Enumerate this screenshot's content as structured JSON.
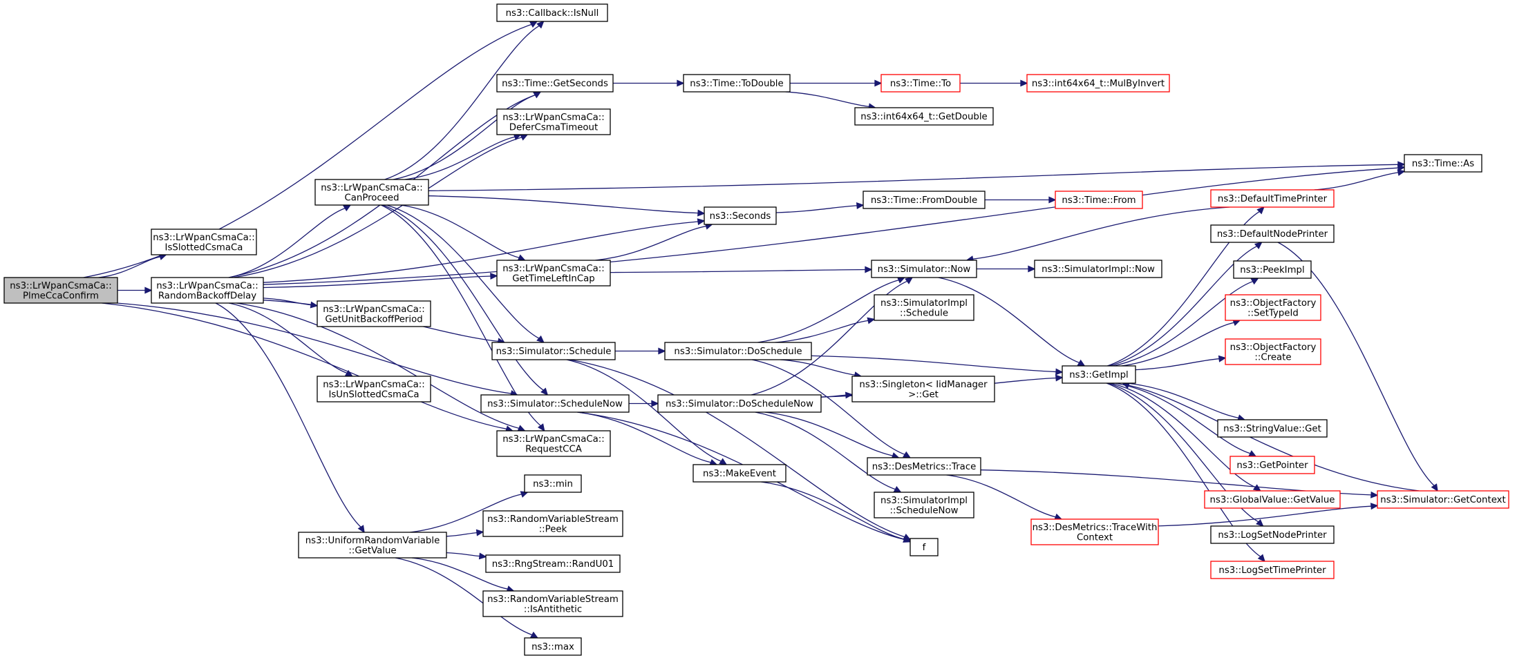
{
  "colors": {
    "edge": "#191970",
    "border": "#000000",
    "external_border": "#ff0000",
    "root_fill": "#bfbfbf"
  },
  "nodes": {
    "plme_cca_confirm": {
      "lines": [
        "ns3::LrWpanCsmaCa::",
        "PlmeCcaConfirm"
      ],
      "style": "root"
    },
    "is_slotted_csmaca": {
      "lines": [
        "ns3::LrWpanCsmaCa::",
        "IsSlottedCsmaCa"
      ],
      "style": "normal"
    },
    "random_backoff_delay": {
      "lines": [
        "ns3::LrWpanCsmaCa::",
        "RandomBackoffDelay"
      ],
      "style": "normal"
    },
    "callback_isnull": {
      "lines": [
        "ns3::Callback::IsNull"
      ],
      "style": "normal"
    },
    "time_getseconds": {
      "lines": [
        "ns3::Time::GetSeconds"
      ],
      "style": "normal"
    },
    "defer_csma_timeout": {
      "lines": [
        "ns3::LrWpanCsmaCa::",
        "DeferCsmaTimeout"
      ],
      "style": "normal"
    },
    "can_proceed": {
      "lines": [
        "ns3::LrWpanCsmaCa::",
        "CanProceed"
      ],
      "style": "normal"
    },
    "seconds": {
      "lines": [
        "ns3::Seconds"
      ],
      "style": "normal"
    },
    "get_time_left_in_cap": {
      "lines": [
        "ns3::LrWpanCsmaCa::",
        "GetTimeLeftInCap"
      ],
      "style": "normal"
    },
    "get_unit_backoff_period": {
      "lines": [
        "ns3::LrWpanCsmaCa::",
        "GetUnitBackoffPeriod"
      ],
      "style": "normal"
    },
    "simulator_schedule": {
      "lines": [
        "ns3::Simulator::Schedule"
      ],
      "style": "normal"
    },
    "is_unslotted_csmaca": {
      "lines": [
        "ns3::LrWpanCsmaCa::",
        "IsUnSlottedCsmaCa"
      ],
      "style": "normal"
    },
    "simulator_schedulenow": {
      "lines": [
        "ns3::Simulator::ScheduleNow"
      ],
      "style": "normal"
    },
    "request_cca": {
      "lines": [
        "ns3::LrWpanCsmaCa::",
        "RequestCCA"
      ],
      "style": "normal"
    },
    "uniform_getvalue": {
      "lines": [
        "ns3::UniformRandomVariable",
        "::GetValue"
      ],
      "style": "normal"
    },
    "ns3_min": {
      "lines": [
        "ns3::min"
      ],
      "style": "normal"
    },
    "rvs_peek": {
      "lines": [
        "ns3::RandomVariableStream",
        "::Peek"
      ],
      "style": "normal"
    },
    "rng_randu01": {
      "lines": [
        "ns3::RngStream::RandU01"
      ],
      "style": "normal"
    },
    "rvs_isantithetic": {
      "lines": [
        "ns3::RandomVariableStream",
        "::IsAntithetic"
      ],
      "style": "normal"
    },
    "ns3_max": {
      "lines": [
        "ns3::max"
      ],
      "style": "normal"
    },
    "time_todouble": {
      "lines": [
        "ns3::Time::ToDouble"
      ],
      "style": "normal"
    },
    "time_to": {
      "lines": [
        "ns3::Time::To"
      ],
      "style": "external"
    },
    "int64_mulbyinvert": {
      "lines": [
        "ns3::int64x64_t::MulByInvert"
      ],
      "style": "external"
    },
    "int64_getdouble": {
      "lines": [
        "ns3::int64x64_t::GetDouble"
      ],
      "style": "normal"
    },
    "time_fromdouble": {
      "lines": [
        "ns3::Time::FromDouble"
      ],
      "style": "normal"
    },
    "time_from": {
      "lines": [
        "ns3::Time::From"
      ],
      "style": "external"
    },
    "simulator_now": {
      "lines": [
        "ns3::Simulator::Now"
      ],
      "style": "normal"
    },
    "simimpl_now": {
      "lines": [
        "ns3::SimulatorImpl::Now"
      ],
      "style": "normal"
    },
    "simimpl_schedule": {
      "lines": [
        "ns3::SimulatorImpl",
        "::Schedule"
      ],
      "style": "normal"
    },
    "simulator_doschedule": {
      "lines": [
        "ns3::Simulator::DoSchedule"
      ],
      "style": "normal"
    },
    "simulator_doschedulenow": {
      "lines": [
        "ns3::Simulator::DoScheduleNow"
      ],
      "style": "normal"
    },
    "singleton_get": {
      "lines": [
        "ns3::Singleton< IidManager",
        " >::Get"
      ],
      "style": "normal"
    },
    "make_event": {
      "lines": [
        "ns3::MakeEvent"
      ],
      "style": "normal"
    },
    "desmetrics_trace": {
      "lines": [
        "ns3::DesMetrics::Trace"
      ],
      "style": "normal"
    },
    "simimpl_schedulenow": {
      "lines": [
        "ns3::SimulatorImpl",
        "::ScheduleNow"
      ],
      "style": "normal"
    },
    "f": {
      "lines": [
        "f"
      ],
      "style": "normal"
    },
    "desmetrics_tracewithcontext": {
      "lines": [
        "ns3::DesMetrics::TraceWith",
        "Context"
      ],
      "style": "external"
    },
    "get_impl": {
      "lines": [
        "ns3::GetImpl"
      ],
      "style": "normal"
    },
    "time_as": {
      "lines": [
        "ns3::Time::As"
      ],
      "style": "normal"
    },
    "default_time_printer": {
      "lines": [
        "ns3::DefaultTimePrinter"
      ],
      "style": "external"
    },
    "default_node_printer": {
      "lines": [
        "ns3::DefaultNodePrinter"
      ],
      "style": "normal"
    },
    "peek_impl": {
      "lines": [
        "ns3::PeekImpl"
      ],
      "style": "normal"
    },
    "objfactory_settypeid": {
      "lines": [
        "ns3::ObjectFactory",
        "::SetTypeId"
      ],
      "style": "external"
    },
    "objfactory_create": {
      "lines": [
        "ns3::ObjectFactory",
        "::Create"
      ],
      "style": "external"
    },
    "stringvalue_get": {
      "lines": [
        "ns3::StringValue::Get"
      ],
      "style": "normal"
    },
    "get_pointer": {
      "lines": [
        "ns3::GetPointer"
      ],
      "style": "external"
    },
    "globalvalue_getvalue": {
      "lines": [
        "ns3::GlobalValue::GetValue"
      ],
      "style": "external"
    },
    "log_set_node_printer": {
      "lines": [
        "ns3::LogSetNodePrinter"
      ],
      "style": "normal"
    },
    "log_set_time_printer": {
      "lines": [
        "ns3::LogSetTimePrinter"
      ],
      "style": "external"
    },
    "simulator_getcontext": {
      "lines": [
        "ns3::Simulator::GetContext"
      ],
      "style": "external"
    }
  },
  "edges": [
    [
      "plme_cca_confirm",
      "callback_isnull"
    ],
    [
      "plme_cca_confirm",
      "is_slotted_csmaca"
    ],
    [
      "plme_cca_confirm",
      "random_backoff_delay"
    ],
    [
      "plme_cca_confirm",
      "simulator_schedulenow"
    ],
    [
      "plme_cca_confirm",
      "request_cca"
    ],
    [
      "random_backoff_delay",
      "time_as"
    ],
    [
      "random_backoff_delay",
      "time_getseconds"
    ],
    [
      "random_backoff_delay",
      "defer_csma_timeout"
    ],
    [
      "random_backoff_delay",
      "can_proceed"
    ],
    [
      "random_backoff_delay",
      "seconds"
    ],
    [
      "random_backoff_delay",
      "get_time_left_in_cap"
    ],
    [
      "random_backoff_delay",
      "get_unit_backoff_period"
    ],
    [
      "random_backoff_delay",
      "simulator_schedule"
    ],
    [
      "random_backoff_delay",
      "is_unslotted_csmaca"
    ],
    [
      "random_backoff_delay",
      "request_cca"
    ],
    [
      "random_backoff_delay",
      "uniform_getvalue"
    ],
    [
      "can_proceed",
      "callback_isnull"
    ],
    [
      "can_proceed",
      "time_getseconds"
    ],
    [
      "can_proceed",
      "defer_csma_timeout"
    ],
    [
      "can_proceed",
      "time_as"
    ],
    [
      "can_proceed",
      "seconds"
    ],
    [
      "can_proceed",
      "get_time_left_in_cap"
    ],
    [
      "can_proceed",
      "simulator_schedule"
    ],
    [
      "can_proceed",
      "simulator_schedulenow"
    ],
    [
      "can_proceed",
      "request_cca"
    ],
    [
      "time_getseconds",
      "time_todouble"
    ],
    [
      "time_todouble",
      "time_to"
    ],
    [
      "time_todouble",
      "int64_getdouble"
    ],
    [
      "time_to",
      "int64_mulbyinvert"
    ],
    [
      "seconds",
      "time_fromdouble"
    ],
    [
      "time_fromdouble",
      "time_from"
    ],
    [
      "get_time_left_in_cap",
      "seconds"
    ],
    [
      "get_time_left_in_cap",
      "simulator_now"
    ],
    [
      "simulator_now",
      "simimpl_now"
    ],
    [
      "simulator_now",
      "get_impl"
    ],
    [
      "simulator_schedule",
      "simulator_doschedule"
    ],
    [
      "simulator_schedule",
      "make_event"
    ],
    [
      "simulator_schedule",
      "f"
    ],
    [
      "simulator_doschedule",
      "simulator_now"
    ],
    [
      "simulator_doschedule",
      "simimpl_schedule"
    ],
    [
      "simulator_doschedule",
      "get_impl"
    ],
    [
      "simulator_doschedule",
      "singleton_get"
    ],
    [
      "simulator_doschedule",
      "desmetrics_trace"
    ],
    [
      "simulator_schedulenow",
      "simulator_doschedulenow"
    ],
    [
      "simulator_schedulenow",
      "make_event"
    ],
    [
      "simulator_schedulenow",
      "f"
    ],
    [
      "simulator_doschedulenow",
      "simulator_now"
    ],
    [
      "simulator_doschedulenow",
      "singleton_get"
    ],
    [
      "simulator_doschedulenow",
      "get_impl"
    ],
    [
      "simulator_doschedulenow",
      "desmetrics_trace"
    ],
    [
      "simulator_doschedulenow",
      "simimpl_schedulenow"
    ],
    [
      "make_event",
      "f"
    ],
    [
      "desmetrics_trace",
      "desmetrics_tracewithcontext"
    ],
    [
      "desmetrics_trace",
      "simulator_getcontext"
    ],
    [
      "desmetrics_tracewithcontext",
      "simulator_getcontext"
    ],
    [
      "uniform_getvalue",
      "ns3_min"
    ],
    [
      "uniform_getvalue",
      "rvs_peek"
    ],
    [
      "uniform_getvalue",
      "rng_randu01"
    ],
    [
      "uniform_getvalue",
      "rvs_isantithetic"
    ],
    [
      "uniform_getvalue",
      "ns3_max"
    ],
    [
      "get_impl",
      "default_time_printer"
    ],
    [
      "get_impl",
      "default_node_printer"
    ],
    [
      "get_impl",
      "peek_impl"
    ],
    [
      "get_impl",
      "objfactory_settypeid"
    ],
    [
      "get_impl",
      "objfactory_create"
    ],
    [
      "get_impl",
      "stringvalue_get"
    ],
    [
      "get_impl",
      "get_pointer"
    ],
    [
      "get_impl",
      "globalvalue_getvalue"
    ],
    [
      "get_impl",
      "log_set_node_printer"
    ],
    [
      "get_impl",
      "log_set_time_printer"
    ],
    [
      "default_time_printer",
      "time_as"
    ],
    [
      "default_time_printer",
      "simulator_now"
    ],
    [
      "default_node_printer",
      "simulator_getcontext"
    ],
    [
      "simulator_getcontext",
      "get_impl"
    ]
  ]
}
